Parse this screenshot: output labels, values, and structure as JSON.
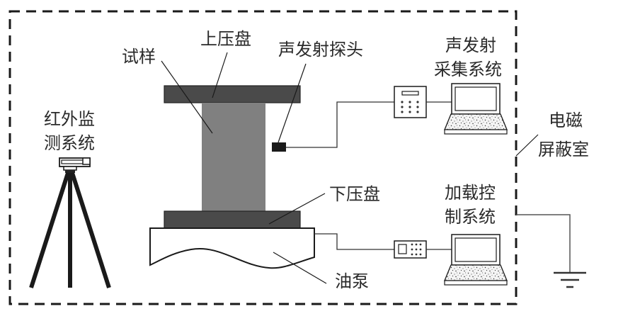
{
  "diagram": {
    "title": "",
    "labels": {
      "specimen": "试样",
      "upper_plate": "上压盘",
      "ae_probe": "声发射探头",
      "ae_system_line1": "声发射",
      "ae_system_line2": "采集系统",
      "infrared_line1": "红外监",
      "infrared_line2": "测系统",
      "lower_plate": "下压盘",
      "oil_pump": "油泵",
      "loading_line1": "加载控",
      "loading_line2": "制系统",
      "shield_line1": "电磁",
      "shield_line2": "屏蔽室"
    },
    "colors": {
      "plate": "#4a4a4a",
      "specimen": "#808080",
      "probe": "#1a1a1a",
      "line": "#1a1a1a",
      "border": "#1a1a1a"
    },
    "icons": {
      "camera": "infrared-camera-icon",
      "tripod": "tripod-icon",
      "ae_device": "ae-acquisition-device-icon",
      "loading_device": "loading-controller-icon",
      "laptop": "laptop-icon",
      "ground": "ground-icon"
    }
  }
}
